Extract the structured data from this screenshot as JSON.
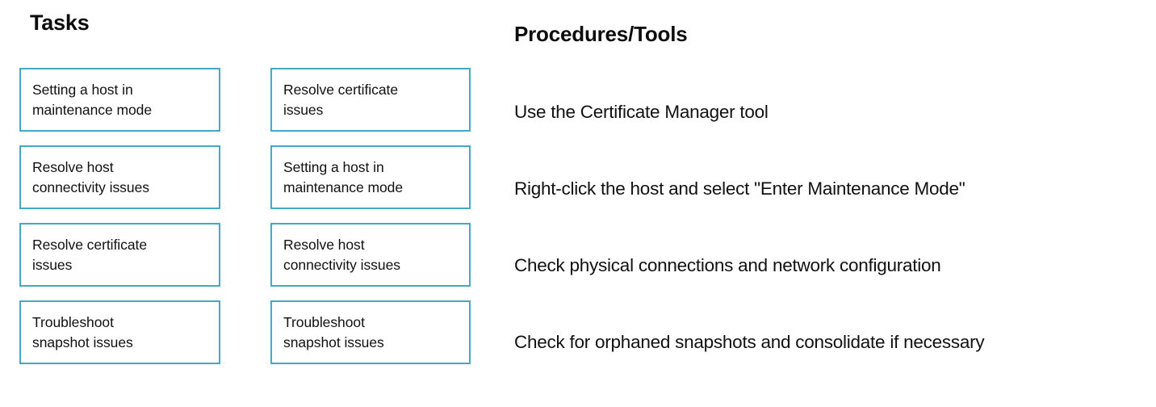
{
  "headings": {
    "tasks": "Tasks",
    "procedures": "Procedures/Tools"
  },
  "tasks": {
    "column_1": [
      {
        "label": "Setting a host in\nmaintenance mode"
      },
      {
        "label": "Resolve host\nconnectivity issues"
      },
      {
        "label": "Resolve certificate\nissues"
      },
      {
        "label": "Troubleshoot\nsnapshot  issues"
      }
    ],
    "column_2": [
      {
        "label": "Resolve certificate\nissues"
      },
      {
        "label": "Setting a host in\nmaintenance mode"
      },
      {
        "label": "Resolve host\nconnectivity issues"
      },
      {
        "label": "Troubleshoot\nsnapshot  issues"
      }
    ]
  },
  "procedures": [
    {
      "text": "Use the Certificate Manager tool"
    },
    {
      "text": "Right-click the host and select \"Enter Maintenance Mode\""
    },
    {
      "text": "Check physical connections and network configuration"
    },
    {
      "text": "Check for orphaned snapshots and consolidate if necessary"
    }
  ],
  "colors": {
    "box_border": "#45A9C6",
    "text": "#111111",
    "heading": "#0d0d0d",
    "background": "#ffffff"
  }
}
